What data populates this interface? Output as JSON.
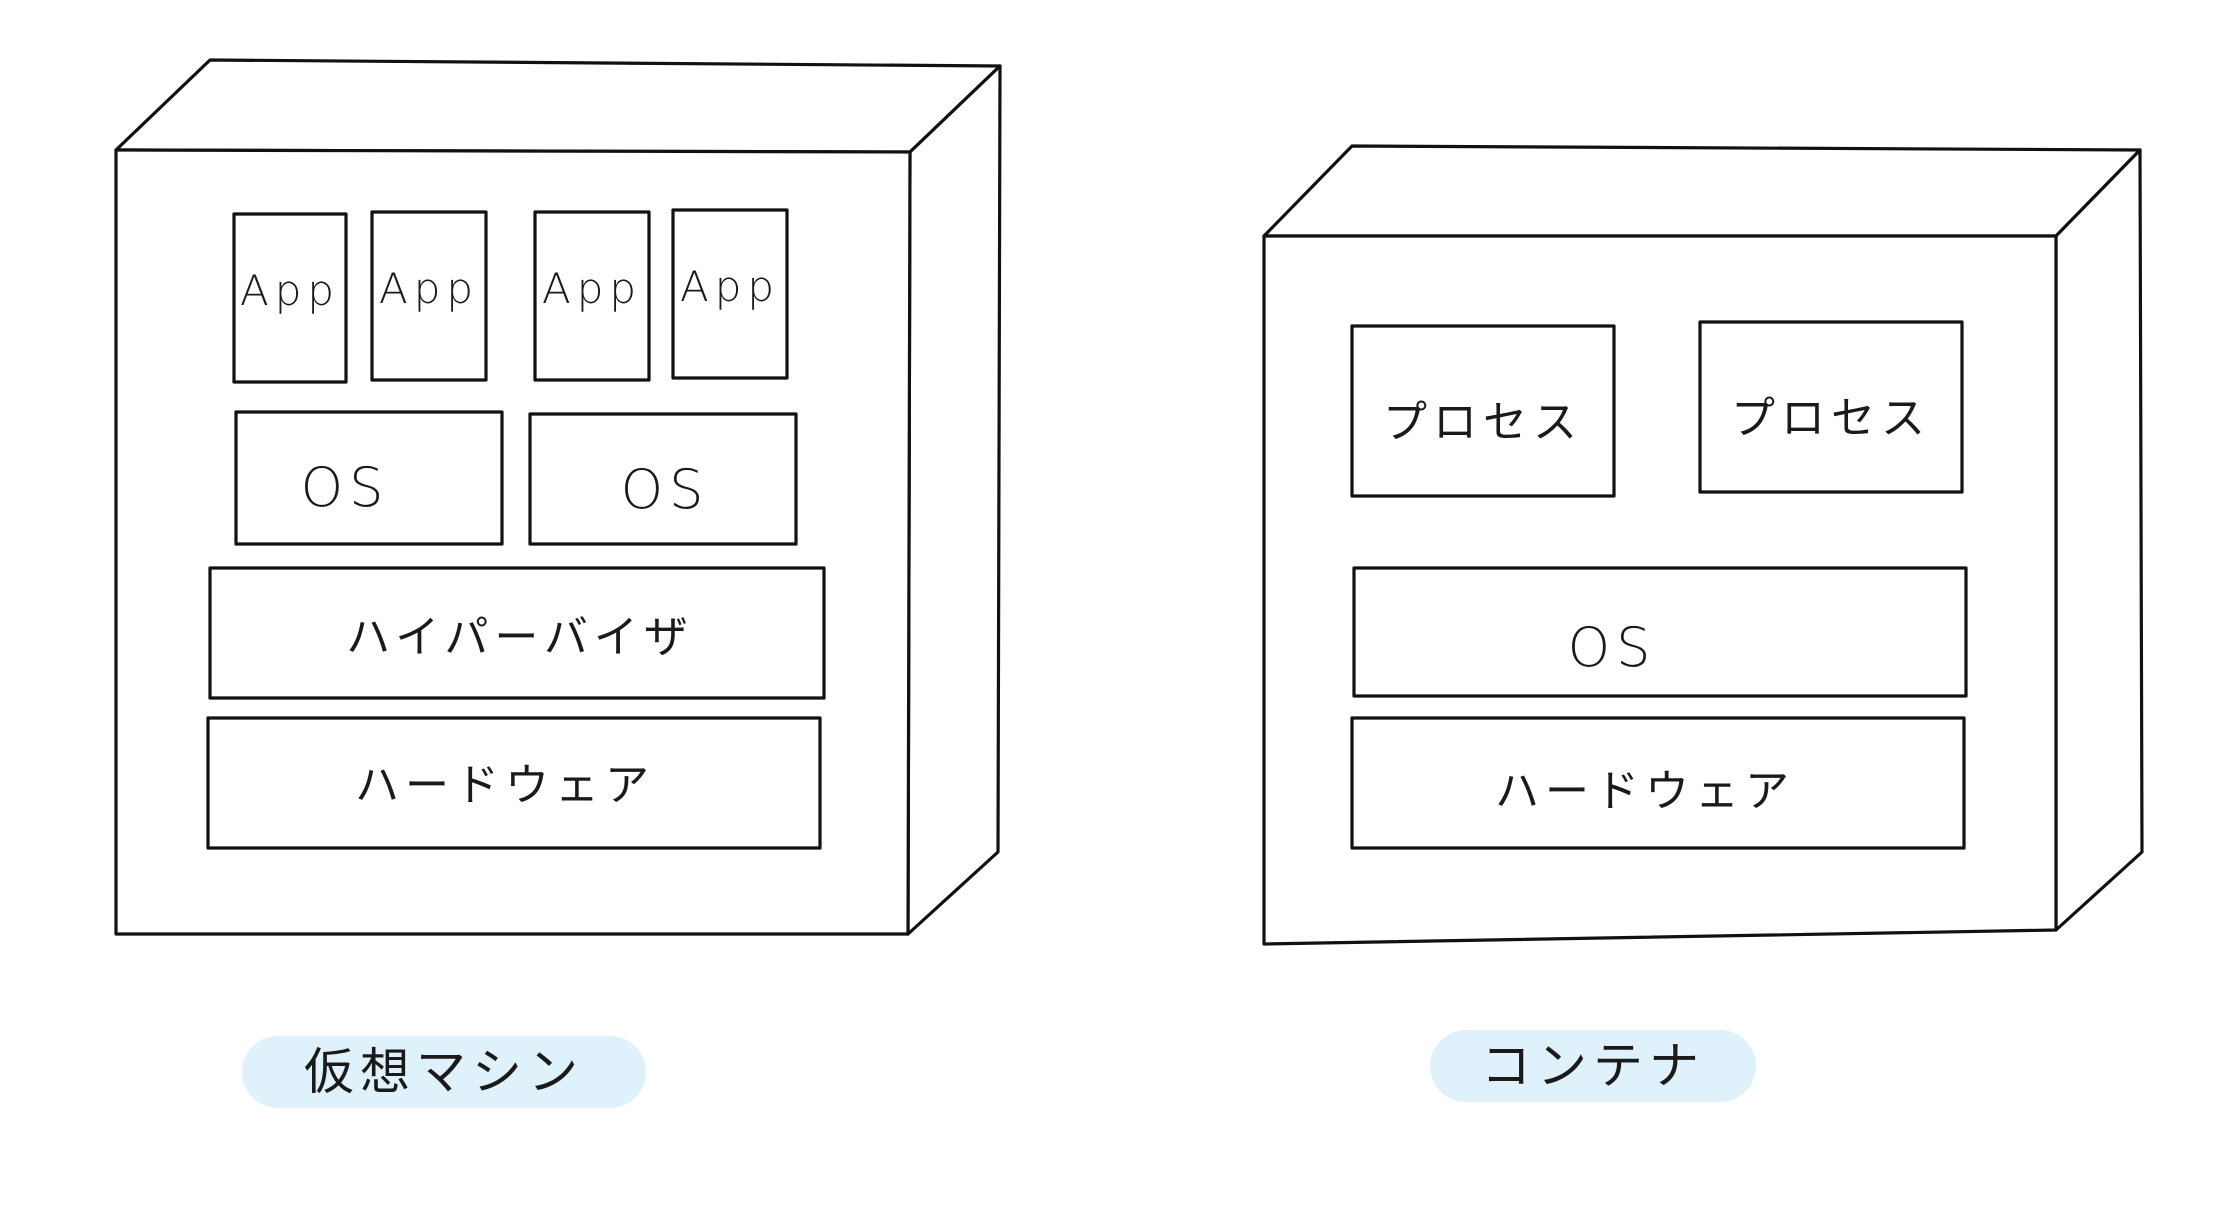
{
  "colors": {
    "ink": "#111111",
    "pill": "#dff1fb",
    "background": "#ffffff"
  },
  "vm": {
    "apps": [
      "App",
      "App",
      "App",
      "App"
    ],
    "os": [
      "OS",
      "OS"
    ],
    "hypervisor": "ハイパーバイザ",
    "hardware": "ハードウェア",
    "caption": "仮想マシン"
  },
  "container": {
    "processes": [
      "プロセス",
      "プロセス"
    ],
    "os": "OS",
    "hardware": "ハードウェア",
    "caption": "コンテナ"
  }
}
